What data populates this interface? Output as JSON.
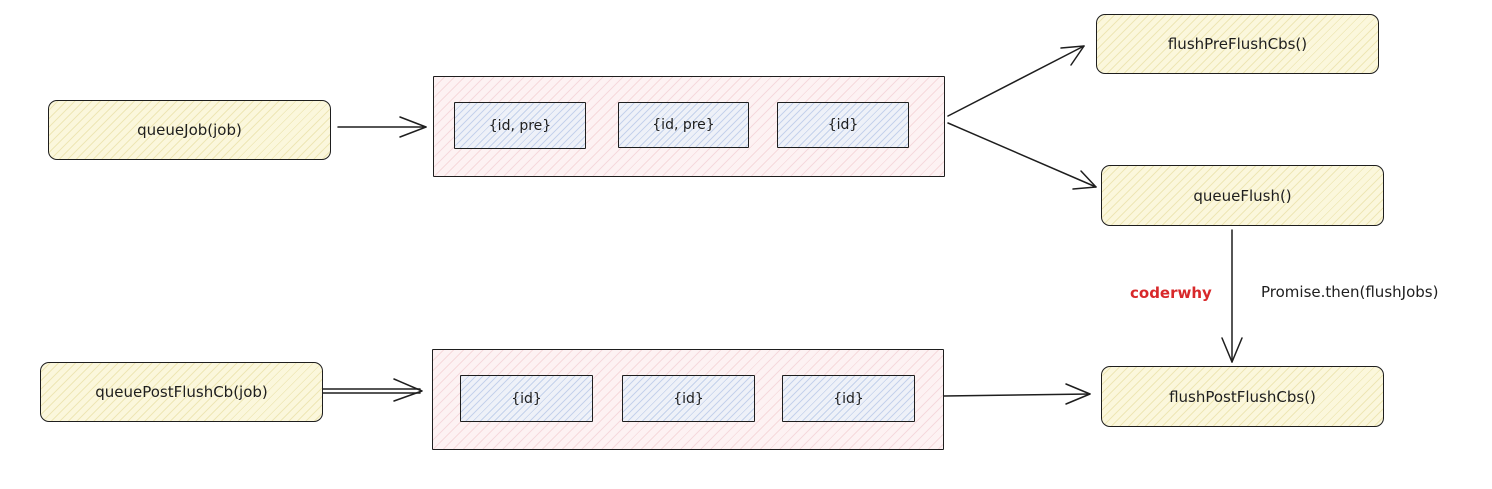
{
  "nodes": {
    "queue_job": "queueJob(job)",
    "queue_post_flush_cb": "queuePostFlushCb(job)",
    "flush_pre_flush_cbs": "flushPreFlushCbs()",
    "queue_flush": "queueFlush()",
    "flush_post_flush_cbs": "flushPostFlushCbs()"
  },
  "pre_queue": {
    "items": [
      "{id, pre}",
      "{id, pre}",
      "{id}"
    ]
  },
  "post_queue": {
    "items": [
      "{id}",
      "{id}",
      "{id}"
    ]
  },
  "labels": {
    "watermark": "coderwhy",
    "promise_then": "Promise.then(flushJobs)"
  },
  "colors": {
    "node_fill": "#fbf7dc",
    "queue_fill": "#fdf2f3",
    "item_fill": "#eef1f8",
    "stroke": "#1e1e1e",
    "accent": "#d8282a"
  }
}
